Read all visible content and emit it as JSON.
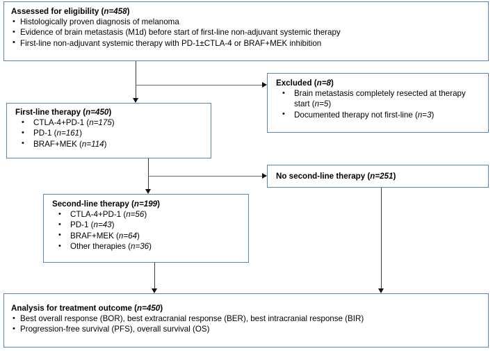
{
  "diagram": {
    "title": "Patient flow diagram: melanoma brain metastasis treatment cohort",
    "colors": {
      "box_border": "#5b84ad",
      "connector": "#3a3a3a",
      "background": "#ffffff",
      "text": "#000000"
    }
  },
  "nodes": {
    "assessed": {
      "title_text": "Assessed for eligibility (",
      "title_n": "n=458",
      "title_close": ")",
      "bullets": [
        "Histologically proven diagnosis of melanoma",
        "Evidence of brain metastasis (M1d) before start of first-line non-adjuvant systemic therapy",
        "First-line non-adjuvant systemic therapy with PD-1±CTLA-4 or BRAF+MEK inhibition"
      ]
    },
    "excluded": {
      "title_text": "Excluded (",
      "title_n": "n=8",
      "title_close": ")",
      "bullets": [
        {
          "text": "Brain metastasis completely resected at therapy start (",
          "n": "n=5",
          "close": ")"
        },
        {
          "text": "Documented therapy not first-line (",
          "n": "n=3",
          "close": ")"
        }
      ]
    },
    "first_line": {
      "title_text": "First-line therapy (",
      "title_n": "n=450",
      "title_close": ")",
      "bullets": [
        {
          "text": "CTLA-4+PD-1 (",
          "n": "n=175",
          "close": ")"
        },
        {
          "text": "PD-1 (",
          "n": "n=161",
          "close": ")"
        },
        {
          "text": "BRAF+MEK (",
          "n": "n=114",
          "close": ")"
        }
      ]
    },
    "no_second_line": {
      "title_text": "No second-line therapy (",
      "title_n": "n=251",
      "title_close": ")"
    },
    "second_line": {
      "title_text": "Second-line therapy (",
      "title_n": "n=199",
      "title_close": ")",
      "bullets": [
        {
          "text": "CTLA-4+PD-1 (",
          "n": "n=56",
          "close": ")"
        },
        {
          "text": "PD-1 (",
          "n": "n=43",
          "close": ")"
        },
        {
          "text": "BRAF+MEK (",
          "n": "n=64",
          "close": ")"
        },
        {
          "text": "Other therapies (",
          "n": "n=36",
          "close": ")"
        }
      ]
    },
    "analysis": {
      "title_text": "Analysis for treatment outcome (",
      "title_n": "n=450",
      "title_close": ")",
      "bullets": [
        "Best overall response (BOR), best extracranial response (BER), best intracranial response (BIR)",
        "Progression-free survival (PFS), overall survival (OS)"
      ]
    }
  }
}
